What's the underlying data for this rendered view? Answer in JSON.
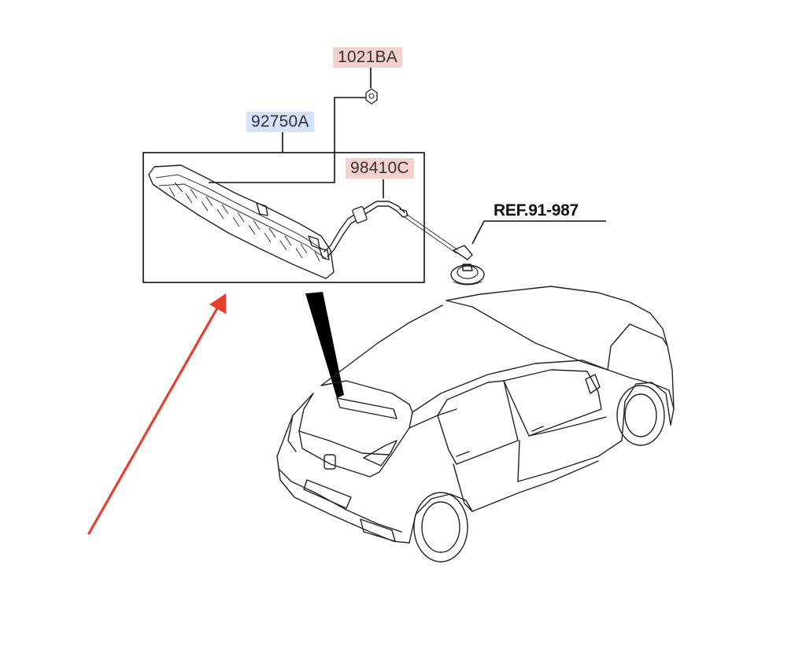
{
  "labels": {
    "part_1021BA": "1021BA",
    "part_92750A": "92750A",
    "part_98410C": "98410C",
    "ref": "REF.91-987"
  },
  "colors": {
    "red_label_bg": "#f6d0cc",
    "blue_label_bg": "#d6e2fb",
    "arrow": "#e8402c",
    "line": "#222222"
  }
}
